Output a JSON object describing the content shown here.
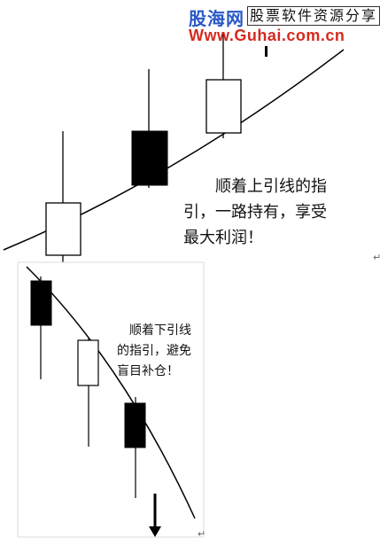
{
  "watermark": {
    "brand": "股海网",
    "tagline": "股票软件资源分享",
    "url": "Www.Guhai.com.cn"
  },
  "panel_top": {
    "caption_lines": [
      "顺着上引线的指",
      "引，一路持有，享受",
      "最大利润！"
    ]
  },
  "panel_bottom": {
    "caption_lines": [
      "顺着下引线",
      "的指引，避免",
      "盲目补仓！"
    ]
  },
  "colors": {
    "bullish": "#ffffff",
    "bearish": "#000000",
    "brand_blue": "#2b59c7",
    "url_red": "#d52a1f"
  }
}
